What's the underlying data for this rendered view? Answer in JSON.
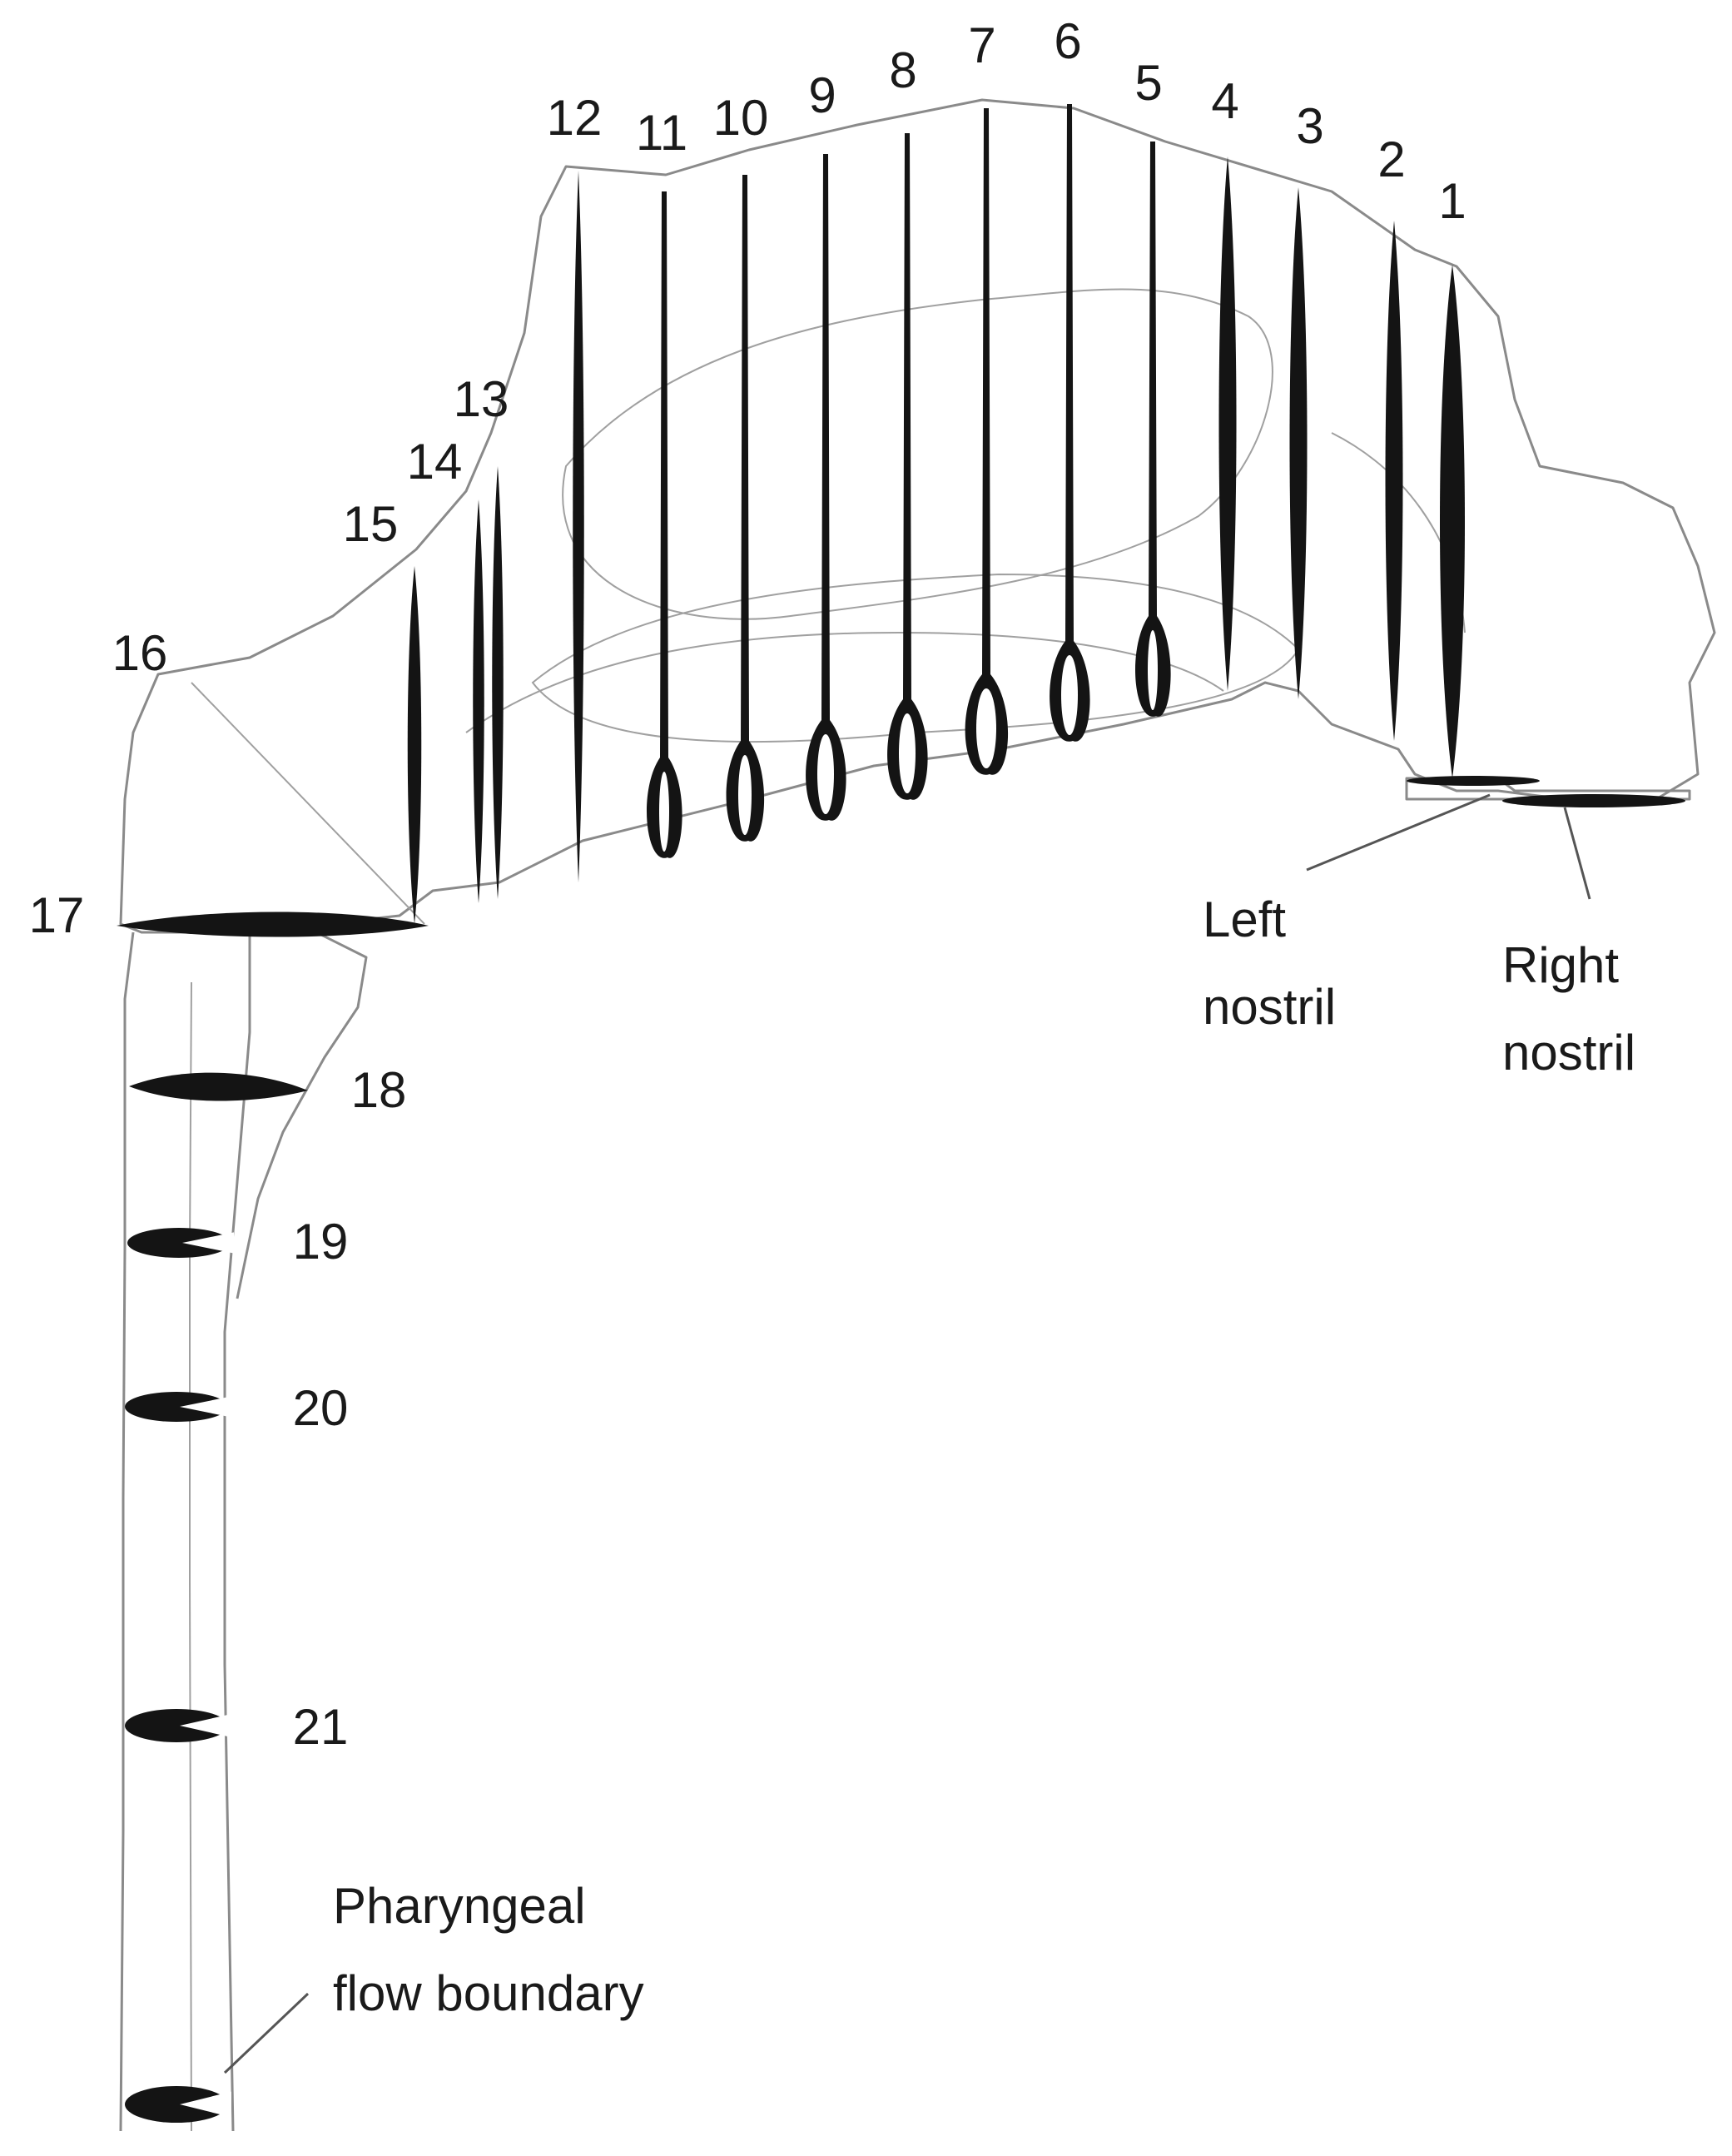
{
  "sections": [
    {
      "id": "1",
      "label": "1"
    },
    {
      "id": "2",
      "label": "2"
    },
    {
      "id": "3",
      "label": "3"
    },
    {
      "id": "4",
      "label": "4"
    },
    {
      "id": "5",
      "label": "5"
    },
    {
      "id": "6",
      "label": "6"
    },
    {
      "id": "7",
      "label": "7"
    },
    {
      "id": "8",
      "label": "8"
    },
    {
      "id": "9",
      "label": "9"
    },
    {
      "id": "10",
      "label": "10"
    },
    {
      "id": "11",
      "label": "11"
    },
    {
      "id": "12",
      "label": "12"
    },
    {
      "id": "13",
      "label": "13"
    },
    {
      "id": "14",
      "label": "14"
    },
    {
      "id": "15",
      "label": "15"
    },
    {
      "id": "16",
      "label": "16"
    },
    {
      "id": "17",
      "label": "17"
    },
    {
      "id": "18",
      "label": "18"
    },
    {
      "id": "19",
      "label": "19"
    },
    {
      "id": "20",
      "label": "20"
    },
    {
      "id": "21",
      "label": "21"
    }
  ],
  "annotations": {
    "left_nostril": {
      "line1": "Left",
      "line2": "nostril"
    },
    "right_nostril": {
      "line1": "Right",
      "line2": "nostril"
    },
    "pharyngeal": {
      "line1": "Pharyngeal",
      "line2": "flow boundary"
    }
  },
  "colors": {
    "slice_fill": "#141414",
    "outline": "#8a8a8a",
    "background": "#ffffff"
  }
}
